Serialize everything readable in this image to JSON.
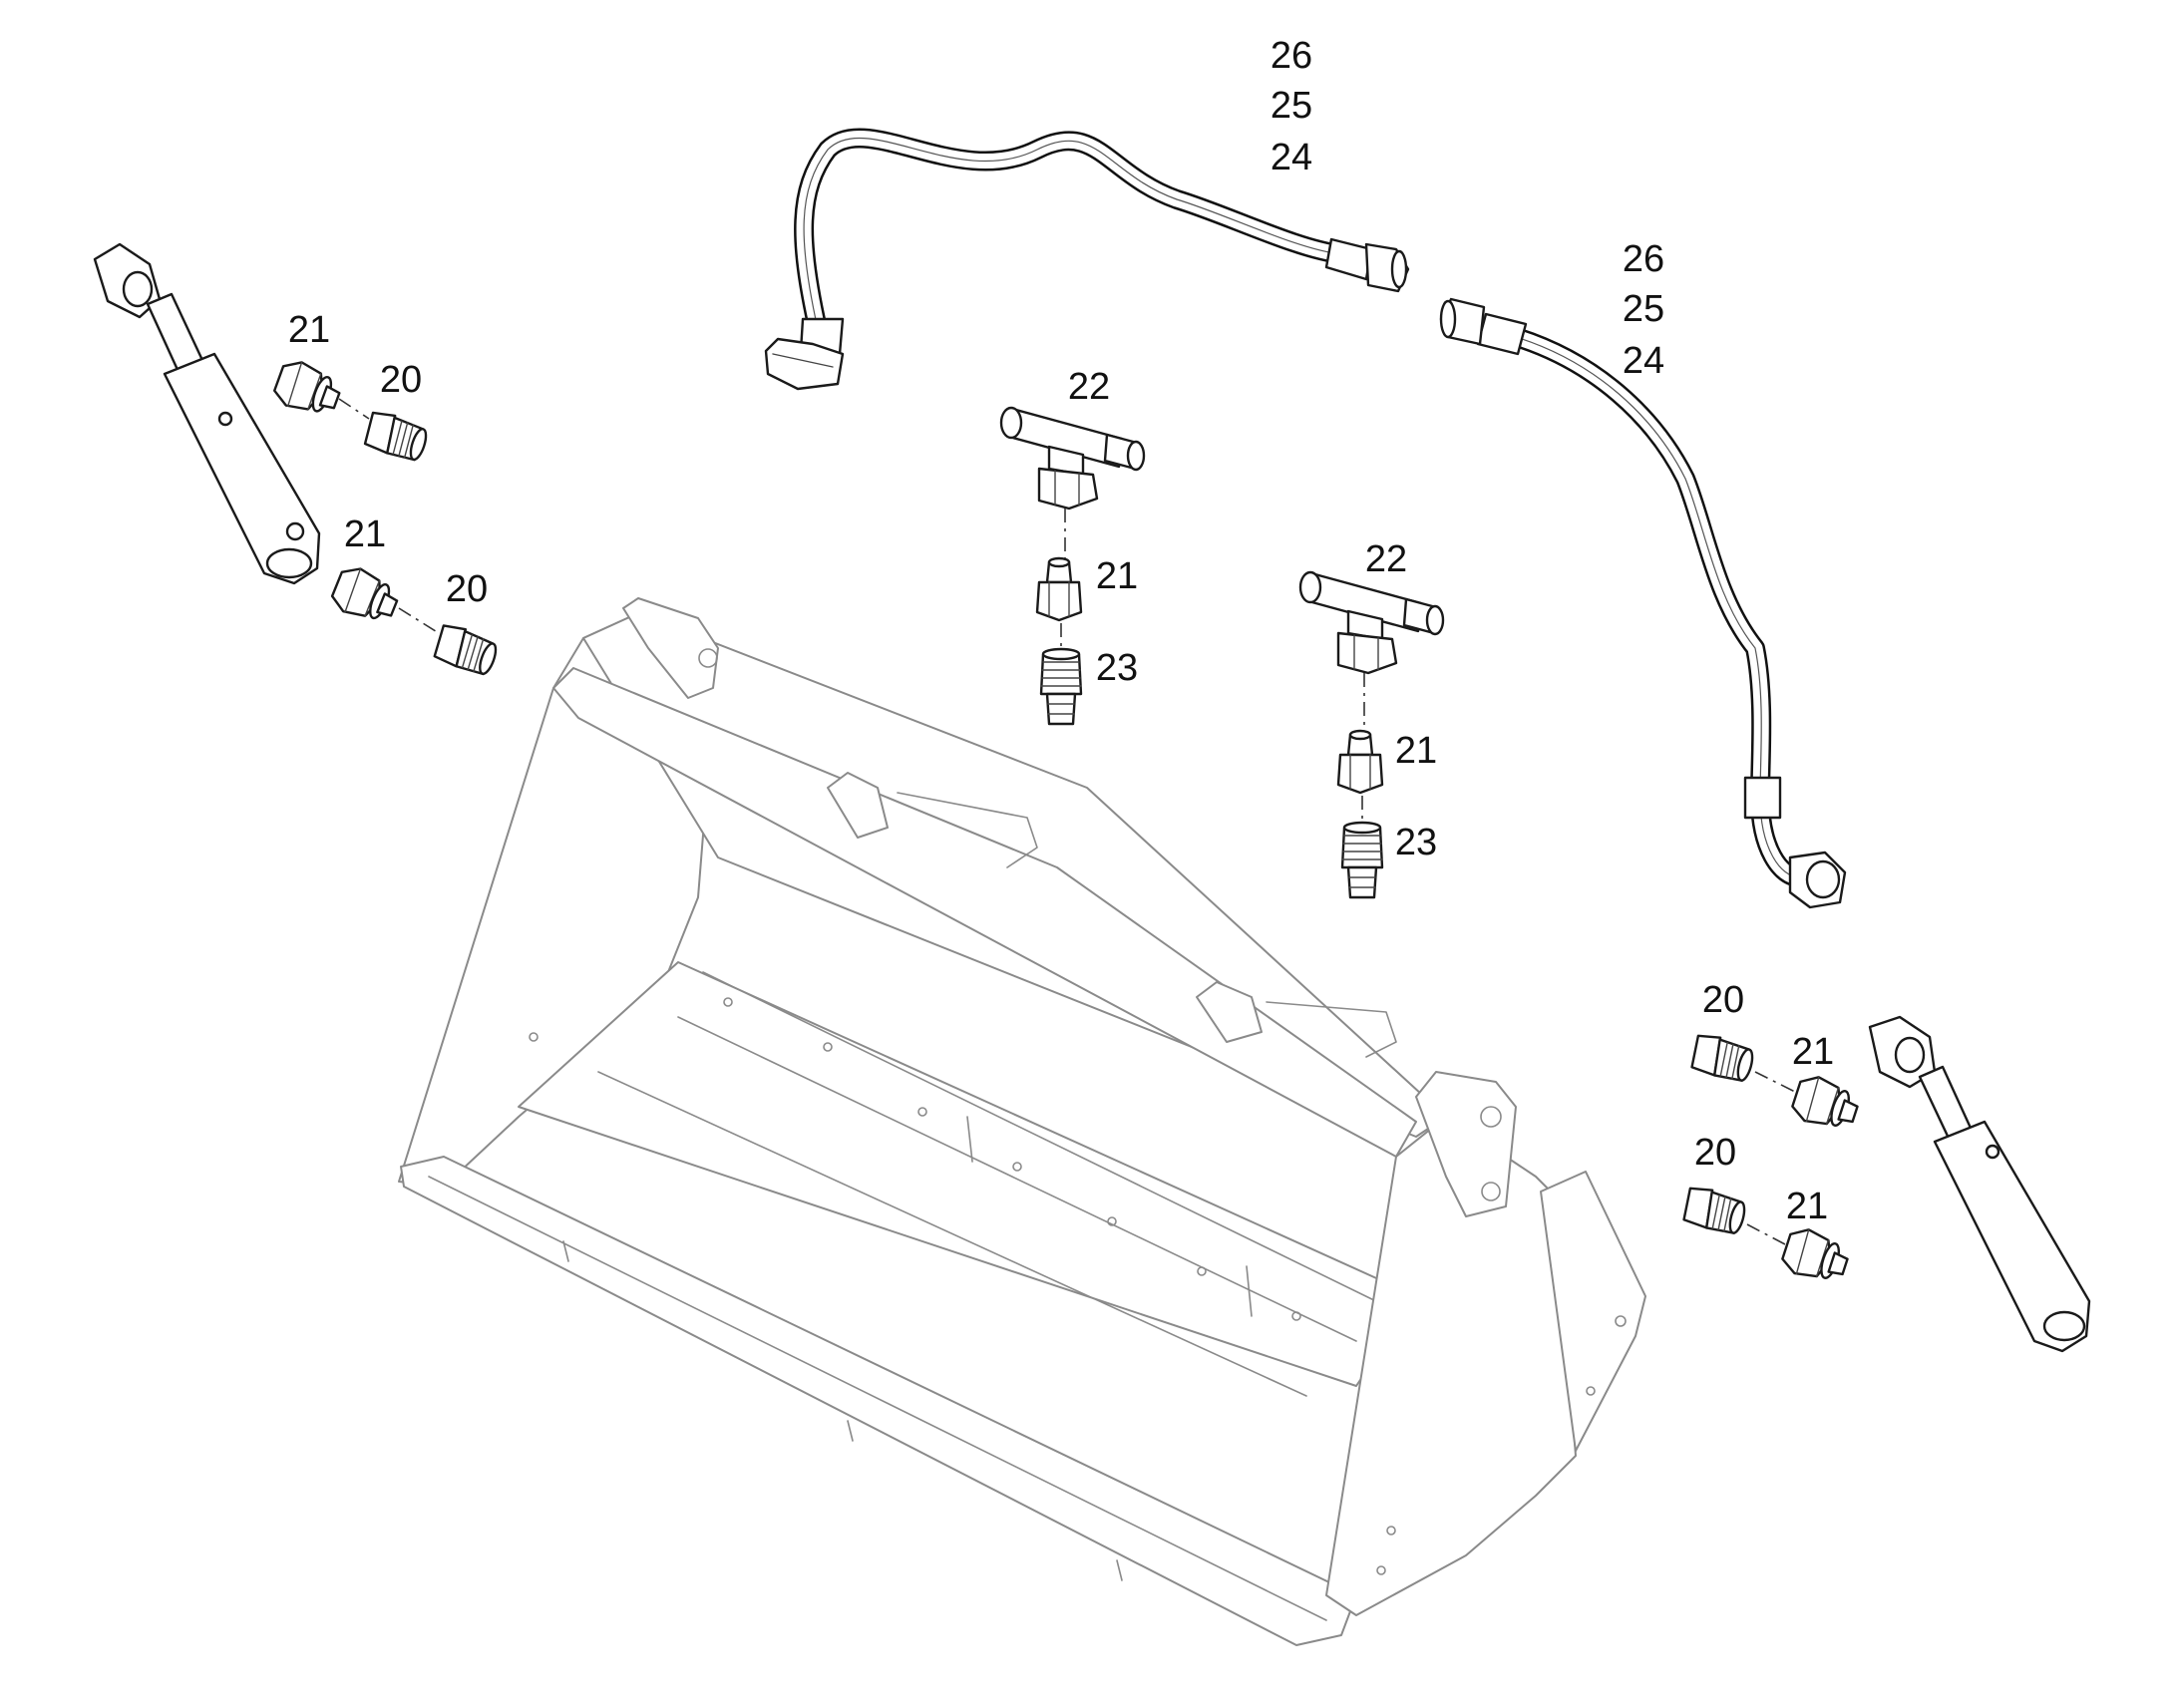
{
  "diagram": {
    "callouts": {
      "hose_a": [
        "26",
        "25",
        "24"
      ],
      "hose_b": [
        "26",
        "25",
        "24"
      ],
      "left_upper": [
        "21",
        "20"
      ],
      "left_lower": [
        "21",
        "20"
      ],
      "tee_a": [
        "22",
        "21",
        "23"
      ],
      "tee_b": [
        "22",
        "21",
        "23"
      ],
      "right_upper": [
        "20",
        "21"
      ],
      "right_lower": [
        "20",
        "21"
      ]
    }
  }
}
